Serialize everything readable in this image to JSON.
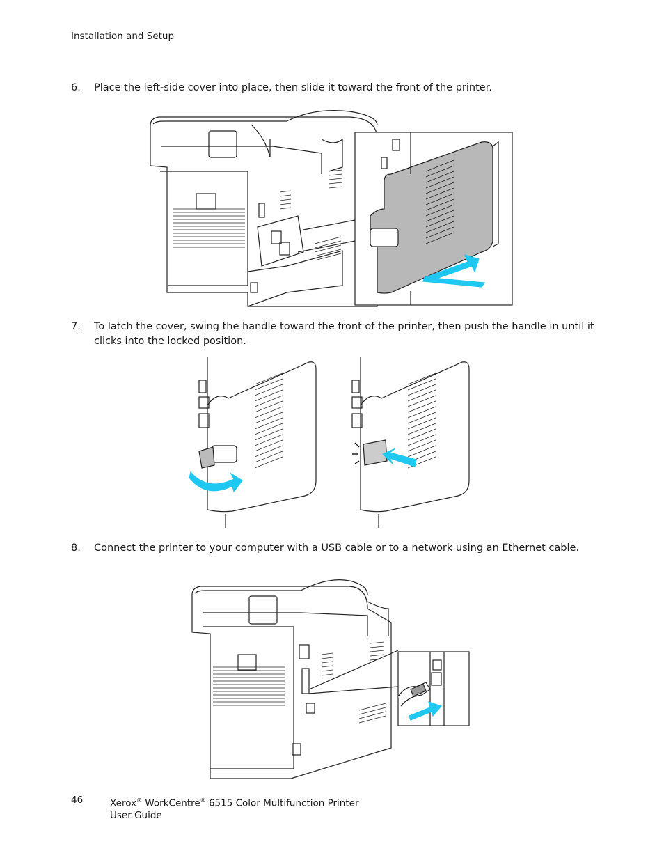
{
  "header": {
    "section": "Installation and Setup"
  },
  "steps": [
    {
      "number": "6.",
      "text": "Place the left-side cover into place, then slide it toward the front of the printer."
    },
    {
      "number": "7.",
      "text": "To latch the cover, swing the handle toward the front of the printer, then push the handle in until it clicks into the locked position."
    },
    {
      "number": "8.",
      "text": "Connect the printer to your computer with a USB cable or to a network using an Ethernet cable."
    }
  ],
  "footer": {
    "page_number": "46",
    "brand": "Xerox",
    "reg": "®",
    "product": "WorkCentre",
    "model": "6515 Color Multifunction Printer",
    "guide": "User Guide"
  },
  "colors": {
    "arrow": "#1ec8f0",
    "line": "#222222",
    "cover_fill": "#b8b8b8"
  }
}
